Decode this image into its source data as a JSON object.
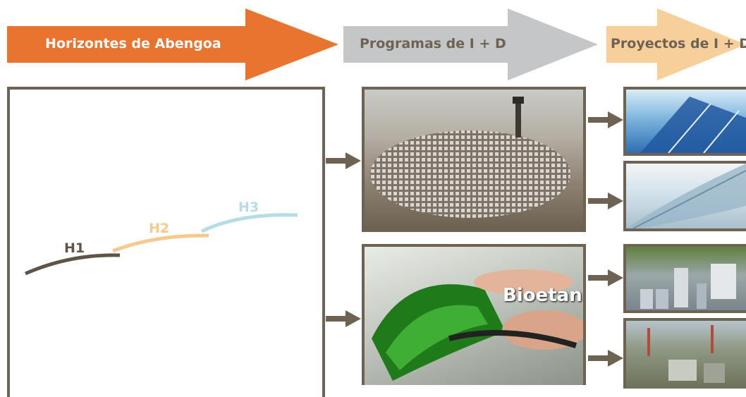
{
  "header": {
    "horizons_label": "Horizontes de Abengoa",
    "programs_label": "Programas de I + D",
    "projects_label": "Proyectos de I + D"
  },
  "horizons": [
    {
      "label": "H1",
      "color": "#5f5547"
    },
    {
      "label": "H2",
      "color": "#f7c98f"
    },
    {
      "label": "H3",
      "color": "#b5dde8"
    }
  ],
  "programs": [
    {
      "name": "solar-tower-heliostat-field-photo"
    },
    {
      "name": "bioethanol-fuel-pump-photo",
      "caption": "Bioetan"
    }
  ],
  "projects": [
    {
      "name": "solar-panels-photo"
    },
    {
      "name": "parabolic-trough-photo"
    },
    {
      "name": "industrial-plant-photo"
    },
    {
      "name": "refinery-plant-photo"
    }
  ],
  "colors": {
    "orange_arrow": "#e8742f",
    "gray_arrow": "#c5c6c8",
    "peach_arrow": "#f7cf9b",
    "frame": "#6e6352",
    "connector_arrow": "#6e6352"
  }
}
